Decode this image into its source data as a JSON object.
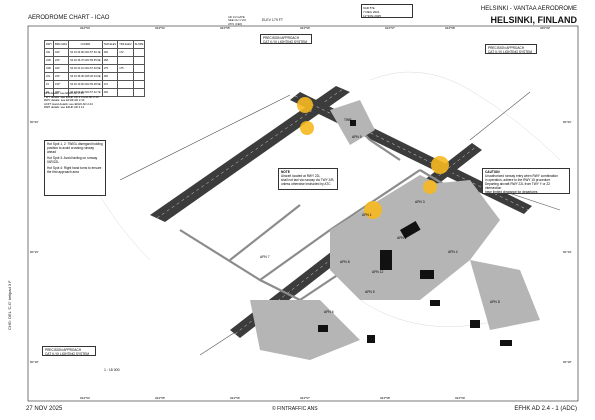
{
  "header": {
    "chart_title": "AERODROME CHART - ICAO",
    "aerodrome": "HELSINKI - VANTAA AERODROME",
    "city": "HELSINKI, FINLAND",
    "elevation": "ELEV 179 FT",
    "tower_block": [
      "AD 1/3 GATE",
      "SEE CH 1 VCI",
      "ATIS (CEF)"
    ]
  },
  "variation_box": [
    "VAR 5°E",
    "7 DEG 2021",
    "12°30'E 2025"
  ],
  "runway_table": {
    "headers": [
      "RWY",
      "BRG MAG",
      "COORD",
      "THR ELEV",
      "TDZ ELEV",
      "SLOPE"
    ],
    "rows": [
      [
        "04L",
        "041°",
        "60 19 24.9N 024 57 30.1E",
        "160",
        "172",
        ""
      ],
      [
        "22R",
        "221°",
        "60 20 46.7N 024 59 55.9E",
        "168",
        "",
        ""
      ],
      [
        "04R",
        "041°",
        "60 18 21.1N 024 57 40.5E",
        "175",
        "175",
        ""
      ],
      [
        "22L",
        "221°",
        "60 19 36.3N 025 00 03.0E",
        "165",
        "",
        ""
      ],
      [
        "15",
        "153°",
        "60 20 13.6N 024 55 48.9E",
        "172",
        "",
        ""
      ],
      [
        "33",
        "333°",
        "60 18 09.2N 024 57 42.7E",
        "160",
        "",
        ""
      ]
    ]
  },
  "notes": {
    "apron_block": [
      "APN details: see EFHK AD 2.15",
      "TWY details: see EFHK AD 2.8 and AD 2.10",
      "RWY details: see EFHK AD 2.10",
      "ACFT stand details: see EFHK AD 2.24",
      "PAPI details: see EFHK AD 2.14"
    ],
    "hot_spots": [
      "Hot Spot 1, 2: TWIGL disregard holding position to avoid crossing runway ahead",
      "Hot Spot 3: Avoid taxiing on runway 04R/22L",
      "Hot Spot 4: Right hand turns to ensure the first approach area"
    ],
    "note_center": [
      "NOTE",
      "Aircraft located at RWY 22L",
      "shall not taxi via runway via TWY Z/B",
      "unless otherwise instructed by ATC"
    ],
    "caution": [
      "CAUTION",
      "Unauthorized runway entry when RWY combination",
      "in operation, adhere to the RWY 15 procedure",
      "Departing aircraft RWY 22L from TWY Y or Z2 intersection",
      "have limited clearance for departures"
    ],
    "precision_tl": [
      "PRECISION APPROACH",
      "CAT II / III LIGHTING SYSTEM"
    ],
    "precision_tr": [
      "PRECISION APPROACH",
      "CAT II / III LIGHTING SYSTEM"
    ],
    "precision_bl": [
      "PRECISION APPROACH",
      "CAT II / III LIGHTING SYSTEM"
    ],
    "scale": "1 : 15 000"
  },
  "labels": {
    "apron_1": "APN 1",
    "apron_2": "APN 2",
    "apron_3": "APN 3",
    "apron_4": "APN 4",
    "apron_5": "APN 5",
    "apron_6": "APN 6",
    "apron_7": "APN 7",
    "apron_8": "APN 8",
    "apron_9": "APN 9",
    "apron_12": "APN 12",
    "apron_d": "APN D",
    "twr": "TWR"
  },
  "coords": {
    "top": [
      "024°53'",
      "024°54'",
      "024°55'",
      "024°56'",
      "024°57'",
      "024°58'",
      "025°00'"
    ],
    "bottom": [
      "024°54'",
      "024°55'",
      "024°56'",
      "024°57'",
      "024°58'",
      "024°59'"
    ],
    "right": [
      "60°20'",
      "60°19'",
      "60°18'"
    ],
    "left": [
      "60°20'",
      "60°19'",
      "60°18'"
    ]
  },
  "footer": {
    "date": "27 NOV 2025",
    "publisher": "© FINTRAFFIC ANS",
    "ref": "EFHK AD 2.4 - 1 (ADC)"
  },
  "side_note": "CHG: DEL 'C-G' helipad 3 F",
  "colors": {
    "runway": "#3c3c3c",
    "apron": "#b5b5b5",
    "taxiway": "#8c8c8c",
    "hotspot": "#f5b81f",
    "building": "#111111"
  }
}
